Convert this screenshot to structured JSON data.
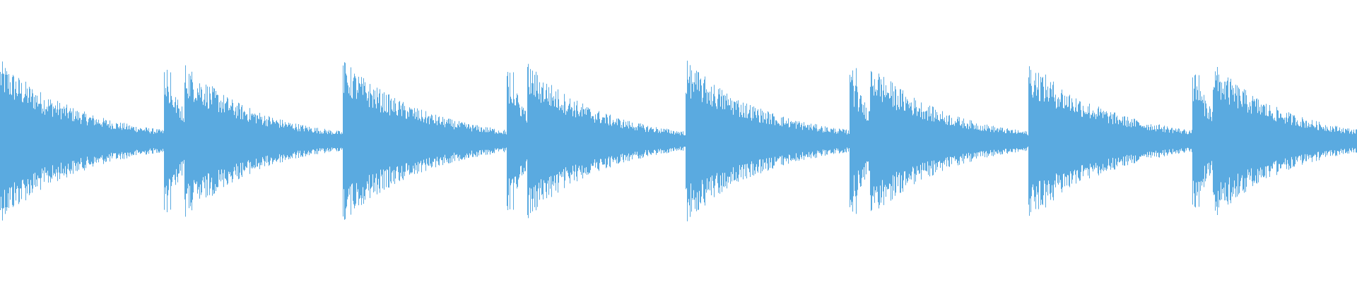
{
  "waveform": {
    "color": "#5aaae0",
    "background": "#ffffff",
    "pattern": {
      "cycles": 4,
      "events": [
        {
          "offset": 0.0,
          "peak": 0.58,
          "decay": 0.06,
          "kind": "hit"
        },
        {
          "offset": 0.04,
          "peak": 0.12,
          "decay": 0.016,
          "kind": "tick"
        },
        {
          "offset": 0.07,
          "peak": 0.1,
          "decay": 0.016,
          "kind": "tick"
        },
        {
          "offset": 0.12,
          "peak": 0.52,
          "decay": 0.018,
          "kind": "flam"
        },
        {
          "offset": 0.135,
          "peak": 0.56,
          "decay": 0.055,
          "kind": "hit"
        },
        {
          "offset": 0.185,
          "peak": 0.1,
          "decay": 0.025,
          "kind": "tick"
        },
        {
          "offset": 0.215,
          "peak": 0.07,
          "decay": 0.06,
          "kind": "tail"
        },
        {
          "offset": 0.285,
          "peak": 0.05,
          "decay": 0.012,
          "kind": "tick"
        },
        {
          "offset": 0.315,
          "peak": 0.08,
          "decay": 0.014,
          "kind": "tick"
        },
        {
          "offset": 0.345,
          "peak": 0.1,
          "decay": 0.016,
          "kind": "tick"
        }
      ]
    }
  }
}
